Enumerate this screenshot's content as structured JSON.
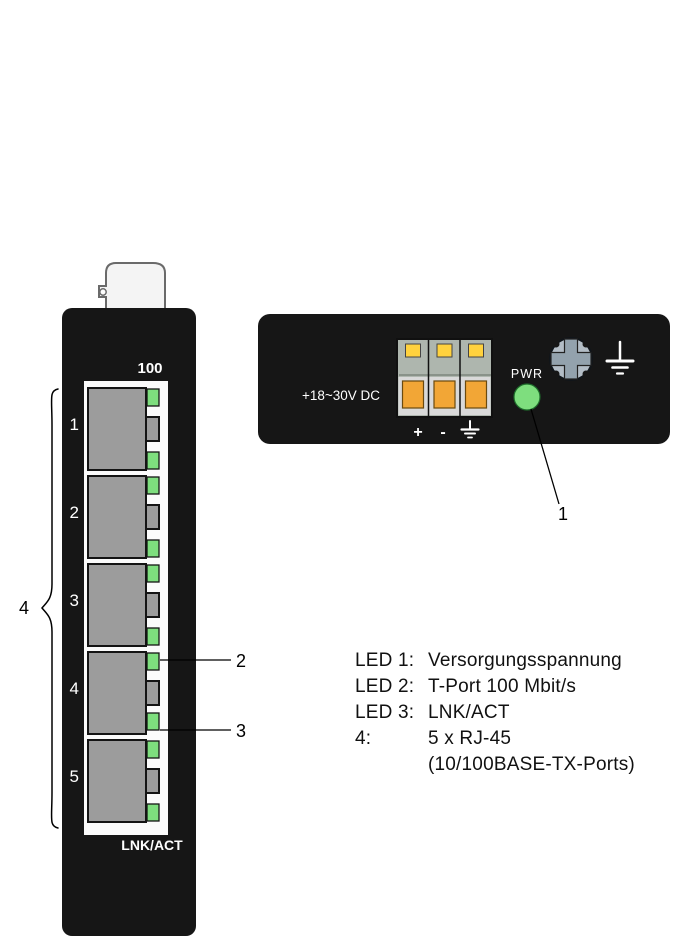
{
  "colors": {
    "device_body": "#161616",
    "led_green": "#7ede7e",
    "port_gray": "#9c9c9c",
    "terminal_orange": "#f2a636",
    "terminal_yellow": "#ffd23e",
    "screw_gray": "#b3bdc6"
  },
  "front_view": {
    "speed_label": "100",
    "link_label": "LNK/ACT",
    "ports": [
      "1",
      "2",
      "3",
      "4",
      "5"
    ],
    "group_callout": "4"
  },
  "top_view": {
    "power_input_label": "+18~30V DC",
    "terminal_plus": "+",
    "terminal_minus": "-",
    "pwr_label": "PWR",
    "pwr_callout": "1"
  },
  "callouts": {
    "led_100": "2",
    "led_lnk": "3"
  },
  "legend": {
    "rows": [
      {
        "key": "LED 1:",
        "value": "Versorgungsspannung"
      },
      {
        "key": "LED 2:",
        "value": "T-Port 100 Mbit/s"
      },
      {
        "key": "LED 3:",
        "value": "LNK/ACT"
      },
      {
        "key": "4:",
        "value": "5 x RJ-45"
      },
      {
        "key": "",
        "value": "(10/100BASE-TX-Ports)"
      }
    ]
  }
}
